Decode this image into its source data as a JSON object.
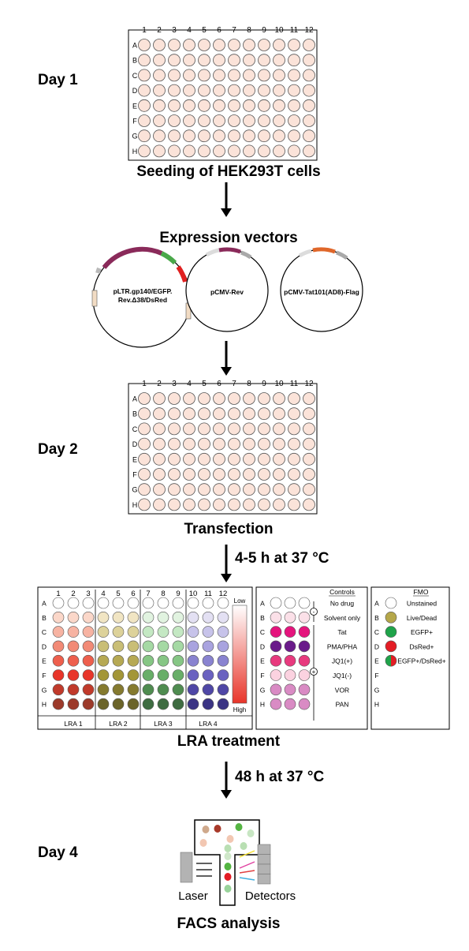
{
  "days": {
    "day1": "Day 1",
    "day2": "Day 2",
    "day4": "Day 4"
  },
  "captions": {
    "seeding": "Seeding of HEK293T cells",
    "vectors": "Expression vectors",
    "transfection": "Transfection",
    "lra_treatment": "LRA treatment",
    "facs": "FACS analysis"
  },
  "incubations": {
    "step1": "4-5 h at 37 °C",
    "step2": "48 h at 37 °C"
  },
  "plate": {
    "columns": [
      "1",
      "2",
      "3",
      "4",
      "5",
      "6",
      "7",
      "8",
      "9",
      "10",
      "11",
      "12"
    ],
    "rows": [
      "A",
      "B",
      "C",
      "D",
      "E",
      "F",
      "G",
      "H"
    ],
    "well_color": "#fbe3d9"
  },
  "vectors": [
    {
      "name_line1": "pLTR.gp140/EGFP.",
      "name_line2": "Rev.Δ38/DsRed"
    },
    {
      "name_line1": "pCMV-Rev",
      "name_line2": ""
    },
    {
      "name_line1": "pCMV-Tat101(AD8)-Flag",
      "name_line2": ""
    }
  ],
  "lra_panel": {
    "columns": [
      "1",
      "2",
      "3",
      "4",
      "5",
      "6",
      "7",
      "8",
      "9",
      "10",
      "11",
      "12"
    ],
    "rows": [
      "A",
      "B",
      "C",
      "D",
      "E",
      "F",
      "G",
      "H"
    ],
    "groups": [
      "LRA 1",
      "LRA 2",
      "LRA 3",
      "LRA 4"
    ],
    "gradient_low": "Low",
    "gradient_high": "High",
    "group_colors": [
      [
        "#ffffff",
        "#fbd7c9",
        "#f7b3a2",
        "#f28a76",
        "#ee5f4d",
        "#e8352a",
        "#c13a2b",
        "#9c3a2a"
      ],
      [
        "#ffffff",
        "#f1e5c3",
        "#ddd29a",
        "#c9be76",
        "#b6a954",
        "#a39638",
        "#857a2f",
        "#6b6429"
      ],
      [
        "#ffffff",
        "#e1f3e0",
        "#c4e8c3",
        "#a5d9a4",
        "#86c685",
        "#68ae68",
        "#4f8c50",
        "#3e6c41"
      ],
      [
        "#ffffff",
        "#e3e0f3",
        "#c7c3ea",
        "#a9a3df",
        "#8983d0",
        "#6a62c0",
        "#4f47a6",
        "#3b3484"
      ]
    ]
  },
  "controls_panel": {
    "title": "Controls",
    "rows": [
      "A",
      "B",
      "C",
      "D",
      "E",
      "F",
      "G",
      "H"
    ],
    "row_labels": [
      "No drug",
      "Solvent only",
      "Tat",
      "PMA/PHA",
      "JQ1(+)",
      "JQ1(-)",
      "VOR",
      "PAN"
    ],
    "row_colors": [
      "#ffffff",
      "#fbe0e8",
      "#e5147d",
      "#6a1b8a",
      "#e83a7e",
      "#fbd2e0",
      "#d98bc4",
      "#d98bc4"
    ],
    "neg_sign": "-",
    "pos_sign": "+"
  },
  "fmo_panel": {
    "title": "FMO",
    "rows": [
      "A",
      "B",
      "C",
      "D",
      "E",
      "F",
      "G",
      "H"
    ],
    "labels": [
      "Unstained",
      "Live/Dead",
      "EGFP+",
      "DsRed+",
      "EGFP+/DsRed+",
      "",
      "",
      ""
    ],
    "colors": [
      "#ffffff",
      "#b5a74a",
      "#1fa34a",
      "#e31d25",
      "split",
      "",
      "",
      ""
    ]
  },
  "facs": {
    "laser_label": "Laser",
    "detectors_label": "Detectors"
  }
}
